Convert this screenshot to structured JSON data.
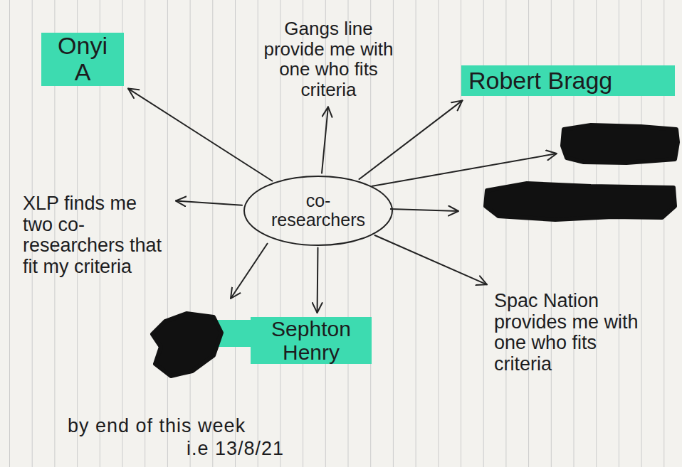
{
  "diagram": {
    "nodes": [
      {
        "text": [
          "Onyi A"
        ]
      },
      {
        "text": [
          "Gangs line provide me with one who fits criteria"
        ]
      },
      {
        "text": [
          "Robert Bragg"
        ]
      },
      {
        "text": [
          "XLP finds me two co-researchers that fit my criteria"
        ]
      },
      {
        "text": [
          "co- researchers"
        ]
      },
      {
        "text": [
          "Spac Nation provides me with one who fits criteria"
        ]
      },
      {
        "text": [
          "Sephton Henry"
        ]
      }
    ],
    "edges": [
      {
        "from": 4,
        "to": 0,
        "arrow": "to"
      },
      {
        "from": 4,
        "to": 1,
        "arrow": "to"
      },
      {
        "from": 4,
        "to": 2,
        "arrow": "to"
      },
      {
        "from": 4,
        "to": 3,
        "arrow": "to"
      },
      {
        "from": 4,
        "to": 5,
        "arrow": "to"
      },
      {
        "from": 4,
        "to": 6,
        "arrow": "to"
      }
    ],
    "labels": [
      "by end of this week",
      "i.e 13/8/21"
    ]
  }
}
